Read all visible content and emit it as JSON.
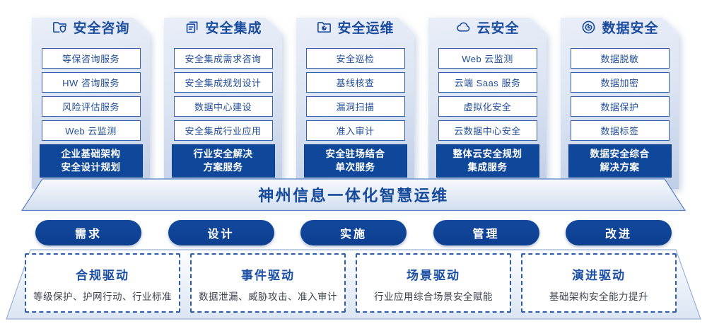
{
  "banner": {
    "title": "神州信息一体化智慧运维"
  },
  "columns": [
    {
      "icon": "folder-shield-icon",
      "title": "安全咨询",
      "items": [
        "等保咨询服务",
        "HW 咨询服务",
        "风险评估服务",
        "Web 云监测"
      ],
      "footer_line1": "企业基础架构",
      "footer_line2": "安全设计规划"
    },
    {
      "icon": "copy-docs-icon",
      "title": "安全集成",
      "items": [
        "安全集成需求咨询",
        "安全集成规划设计",
        "数据中心建设",
        "安全集成行业应用"
      ],
      "footer_line1": "行业安全解决",
      "footer_line2": "方案服务"
    },
    {
      "icon": "folder-clock-icon",
      "title": "安全运维",
      "items": [
        "安全巡检",
        "基线核查",
        "漏洞扫描",
        "准入审计"
      ],
      "footer_line1": "安全驻场结合",
      "footer_line2": "单次服务"
    },
    {
      "icon": "cloud-icon",
      "title": "云安全",
      "items": [
        "Web 云监测",
        "云端 Saas 服务",
        "虚拟化安全",
        "云数据中心安全"
      ],
      "footer_line1": "整体云安全规划",
      "footer_line2": "集成服务"
    },
    {
      "icon": "data-swirl-icon",
      "title": "数据安全",
      "items": [
        "数据脱敏",
        "数据加密",
        "数据保护",
        "数据标签"
      ],
      "footer_line1": "数据安全综合",
      "footer_line2": "解决方案"
    }
  ],
  "pills": [
    "需求",
    "设计",
    "实施",
    "管理",
    "改进"
  ],
  "drivers": [
    {
      "title": "合规驱动",
      "desc": "等级保护、护网行动、行业标准"
    },
    {
      "title": "事件驱动",
      "desc": "数据泄漏、威胁攻击、准入审计"
    },
    {
      "title": "场景驱动",
      "desc": "行业应用综合场景安全赋能"
    },
    {
      "title": "演进驱动",
      "desc": "基础架构安全能力提升"
    }
  ],
  "colors": {
    "primary_blue": "#0f479b",
    "text_blue": "#1b4b9e",
    "item_border": "#3660a8",
    "dashed_border": "#2e5cab",
    "panel_gradient_top": "#e9eef8",
    "panel_gradient_bottom": "#bfcde7"
  }
}
